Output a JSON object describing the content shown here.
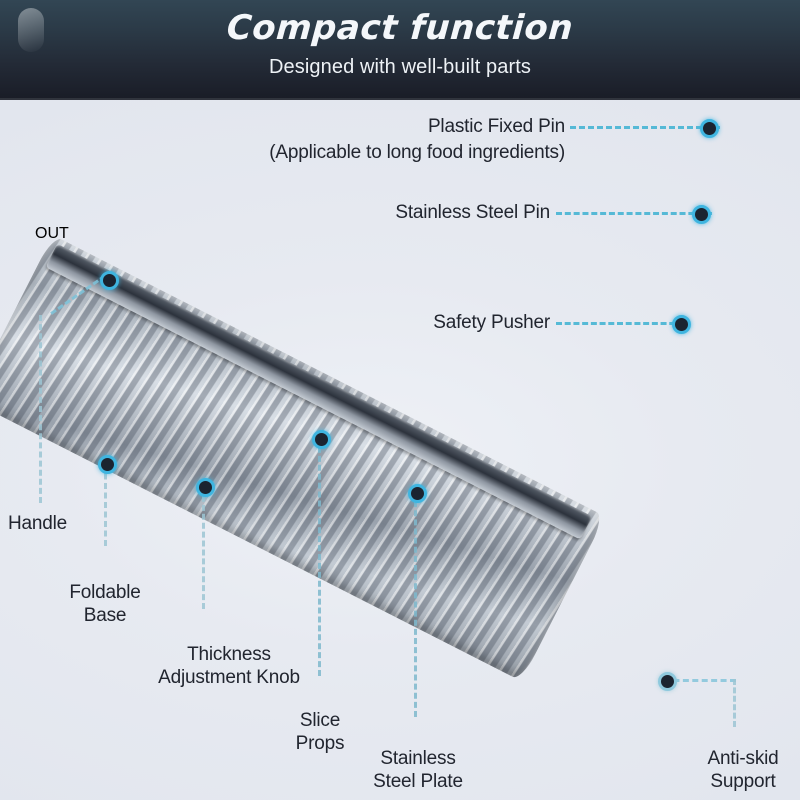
{
  "header": {
    "title": "Compact function",
    "subtitle": "Designed with well-built parts"
  },
  "colors": {
    "header_top": "#324654",
    "header_bottom": "#191c26",
    "background": "#e6e9f0",
    "label_text": "#21252f",
    "leader_line": "#4ab6d4",
    "leader_line_pale": "#9dc6d4",
    "anchor_ring": "#3fb5e0"
  },
  "knob": {
    "embossed_text": "OUT"
  },
  "callouts": [
    {
      "id": "plastic-fixed-pin",
      "label": "Plastic Fixed Pin",
      "note": "(Applicable to long food ingredients)"
    },
    {
      "id": "stainless-steel-pin",
      "label": "Stainless Steel Pin"
    },
    {
      "id": "safety-pusher",
      "label": "Safety Pusher"
    },
    {
      "id": "handle",
      "label": "Handle"
    },
    {
      "id": "foldable-base",
      "label": "Foldable",
      "label2": "Base"
    },
    {
      "id": "thickness-adjustment-knob",
      "label": "Thickness",
      "label2": "Adjustment Knob"
    },
    {
      "id": "slice-props",
      "label": "Slice",
      "label2": "Props"
    },
    {
      "id": "stainless-steel-plate",
      "label": "Stainless",
      "label2": "Steel Plate"
    },
    {
      "id": "anti-skid-support",
      "label": "Anti-skid",
      "label2": "Support"
    }
  ]
}
